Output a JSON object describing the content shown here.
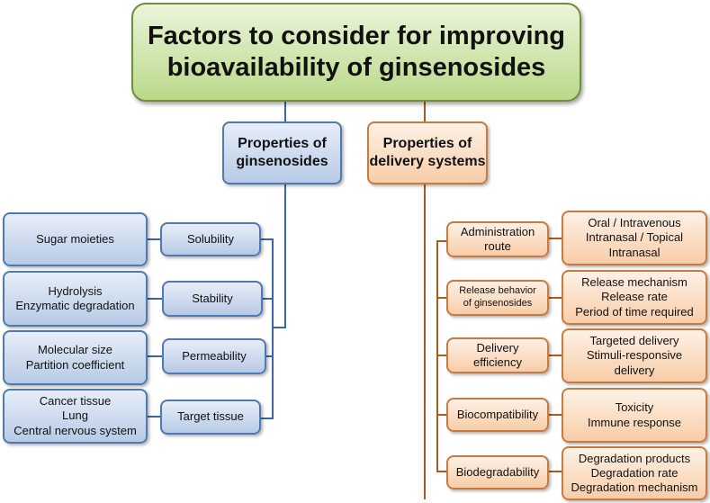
{
  "title": {
    "line1": "Factors to consider for improving",
    "line2": "bioavailability of ginsenosides"
  },
  "ginsenosides": {
    "line1": "Properties of",
    "line2": "ginsenosides",
    "properties": [
      {
        "label": "Solubility",
        "details": [
          "Sugar moieties"
        ]
      },
      {
        "label": "Stability",
        "details": [
          "Hydrolysis",
          "Enzymatic degradation"
        ]
      },
      {
        "label": "Permeability",
        "details": [
          "Molecular size",
          "Partition coefficient"
        ]
      },
      {
        "label": "Target tissue",
        "details": [
          "Cancer tissue",
          "Lung",
          "Central nervous system"
        ]
      }
    ]
  },
  "delivery": {
    "line1": "Properties of",
    "line2": "delivery systems",
    "properties": [
      {
        "label": [
          "Administration",
          "route"
        ],
        "details": [
          "Oral / Intravenous",
          "Intranasal / Topical",
          "Intranasal"
        ]
      },
      {
        "label": [
          "Release behavior",
          "of ginsenosides"
        ],
        "details": [
          "Release mechanism",
          "Release rate",
          "Period of time required"
        ]
      },
      {
        "label": [
          "Delivery",
          "efficiency"
        ],
        "details": [
          "Targeted delivery",
          "Stimuli-responsive",
          "delivery"
        ]
      },
      {
        "label": [
          "Biocompatibility"
        ],
        "details": [
          "Toxicity",
          "Immune response"
        ]
      },
      {
        "label": [
          "Biodegradability"
        ],
        "details": [
          "Degradation products",
          "Degradation rate",
          "Degradation mechanism"
        ]
      }
    ]
  },
  "colors": {
    "title_border": "#6f8f3a",
    "blue_border": "#4f79b3",
    "orange_border": "#c87a3f",
    "blue_line": "#3c65a3",
    "orange_line": "#b0581e"
  }
}
